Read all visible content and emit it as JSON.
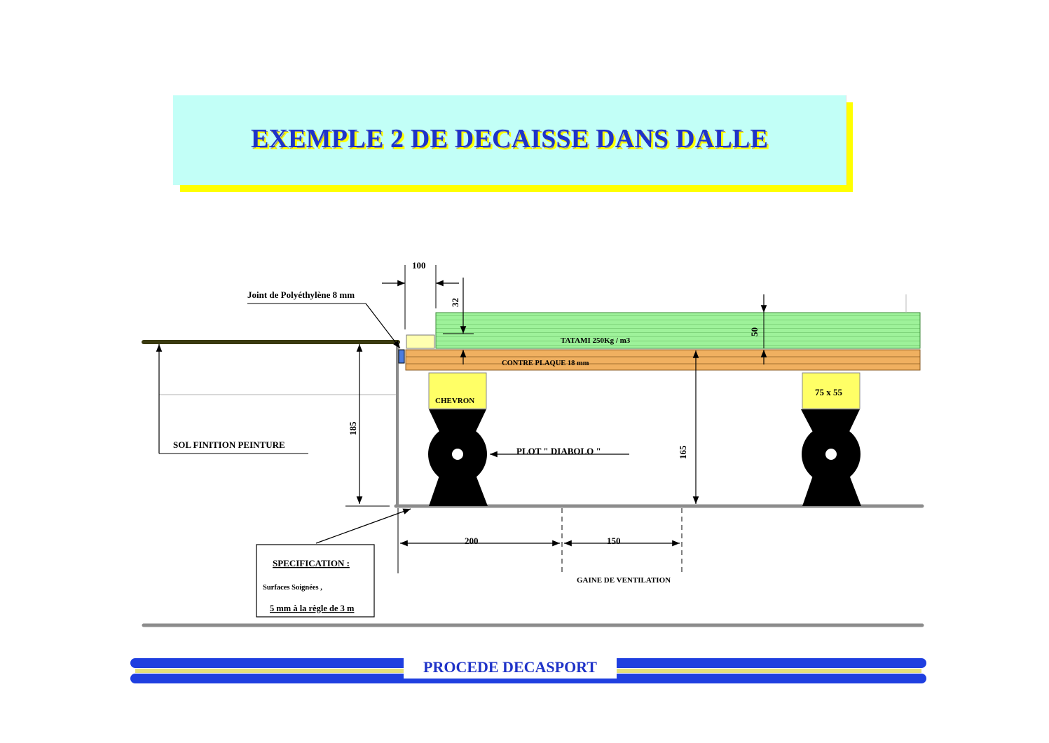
{
  "title": "EXEMPLE 2  DE DECAISSE DANS DALLE",
  "labels": {
    "joint": "Joint de Polyéthylène 8 mm",
    "sol": "SOL FINITION PEINTURE",
    "tatami": "TATAMI 250Kg / m3",
    "contre_plaque": "CONTRE PLAQUE  18 mm",
    "chevron": "CHEVRON",
    "chevron_size": "75 x 55",
    "plot": "PLOT \" DIABOLO \"",
    "gaine": "GAINE DE VENTILATION"
  },
  "dimensions": {
    "d100": "100",
    "d32": "32",
    "d50": "50",
    "d185": "185",
    "d165": "165",
    "d200": "200",
    "d150": "150"
  },
  "specification": {
    "heading": "SPECIFICATION :",
    "line1": "Surfaces Soignées ,",
    "line2": "5 mm à la règle de 3 m"
  },
  "footer": "PROCEDE  DECASPORT",
  "colors": {
    "title_bg": "#c2fff7",
    "title_shadow": "#ffff00",
    "title_text": "#1f33c8",
    "tatami": "#9ef29a",
    "contre_plaque": "#f0b060",
    "chevron": "#ffff66",
    "footer_bar": "#1f3fe0"
  }
}
